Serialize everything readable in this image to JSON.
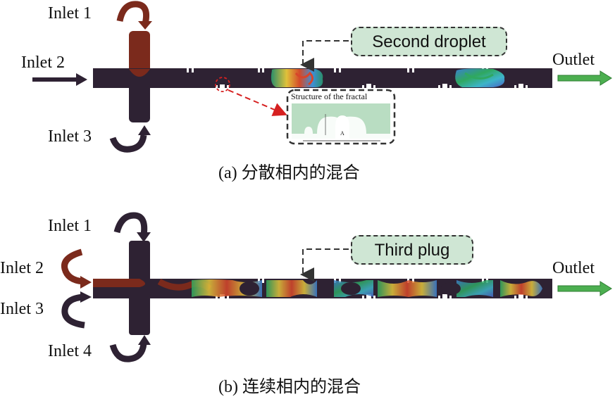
{
  "panel_a": {
    "labels": {
      "inlet1": "Inlet 1",
      "inlet2": "Inlet 2",
      "inlet3": "Inlet 3",
      "outlet": "Outlet"
    },
    "callout": "Second droplet",
    "inset_title": "Structure of the fractal",
    "inset_label": "A",
    "caption": "(a) 分散相内的混合"
  },
  "panel_b": {
    "labels": {
      "inlet1": "Inlet 1",
      "inlet2": "Inlet 2",
      "inlet3": "Inlet 3",
      "inlet4": "Inlet 4",
      "outlet": "Outlet"
    },
    "callout": "Third plug",
    "caption": "(b) 连续相内的混合"
  },
  "colors": {
    "channel": "#2e2233",
    "dispersed": "#7b2a1c",
    "arrow_dark": "#2e2233",
    "outlet_arrow": "#4caf50",
    "callout_fill": "#cfe6d4",
    "highlight": "#d62020"
  }
}
